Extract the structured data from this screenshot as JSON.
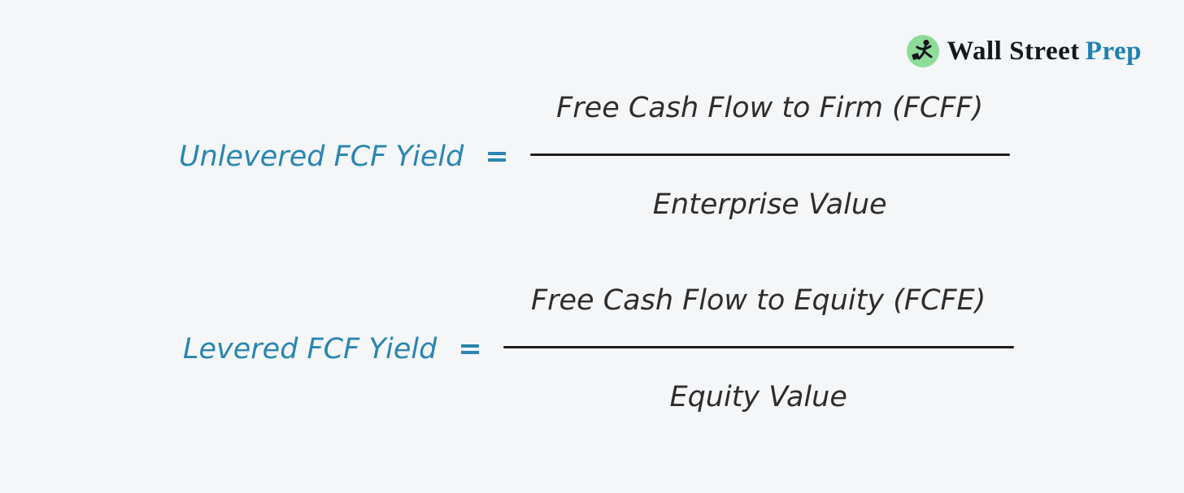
{
  "page": {
    "background_color": "#f4f6f8"
  },
  "logo": {
    "brand_black": "Wall Street",
    "brand_blue": "Prep",
    "icon": "leaping-figure-icon",
    "icon_bg_color": "#8fdc9a",
    "icon_figure_color": "#14181c",
    "blue_color": "#1e81b0"
  },
  "colors": {
    "label_teal": "#2a85b0",
    "formula_text_dark": "#2d2d2d",
    "fraction_bar": "#1d1d1d"
  },
  "formulas": [
    {
      "label": "Unlevered FCF Yield",
      "equals": "=",
      "numerator": "Free Cash Flow to Firm (FCFF)",
      "denominator": "Enterprise Value"
    },
    {
      "label": "Levered FCF Yield",
      "equals": "=",
      "numerator": "Free Cash Flow to Equity (FCFE)",
      "denominator": "Equity Value"
    }
  ]
}
